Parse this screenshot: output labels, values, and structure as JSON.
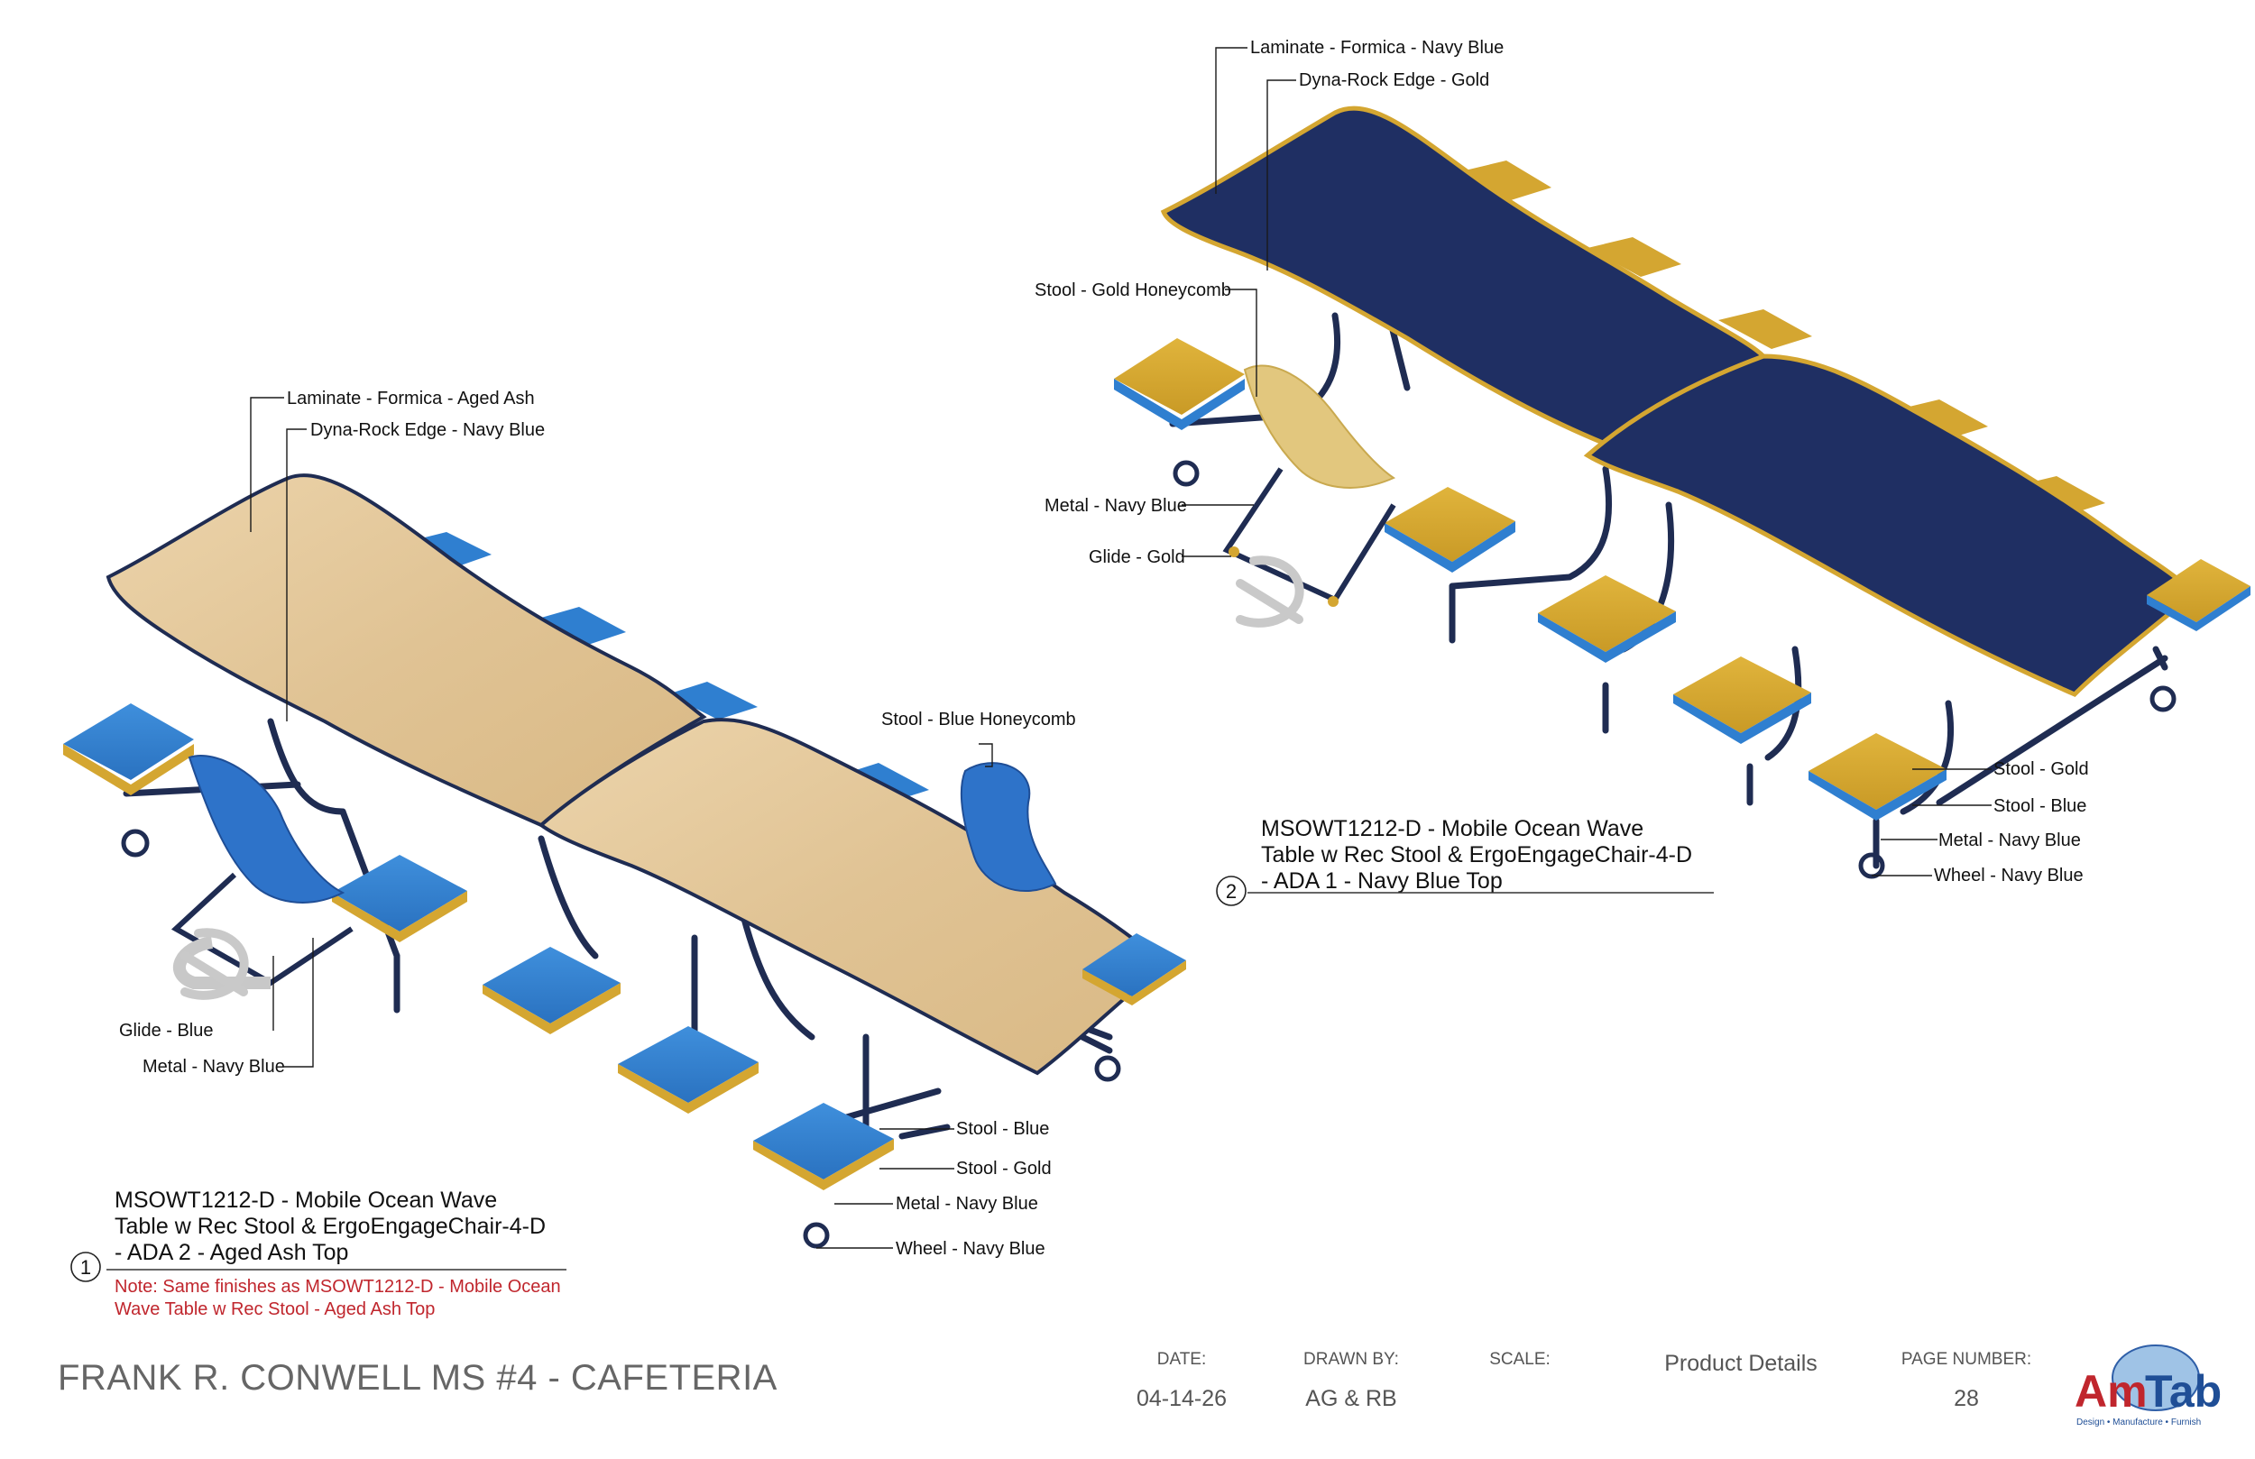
{
  "project_title": "FRANK R. CONWELL MS #4 - CAFETERIA",
  "title_block": {
    "date_label": "DATE:",
    "date_value": "04-14-26",
    "drawn_by_label": "DRAWN BY:",
    "drawn_by_value": "AG & RB",
    "scale_label": "SCALE:",
    "scale_value": "",
    "product_details": "Product Details",
    "page_number_label": "PAGE NUMBER:",
    "page_number_value": "28"
  },
  "logo": {
    "brand_am": "Am",
    "brand_tab": "Tab",
    "tagline": "Design • Manufacture • Furnish"
  },
  "colors": {
    "aged_ash": "#e3c79a",
    "navy_blue_top": "#1f2f63",
    "navy_metal": "#1f2c52",
    "gold": "#d4a631",
    "blue_stool": "#2f7fd0",
    "note_red": "#c0262d"
  },
  "view1": {
    "number": "1",
    "caption_line1": "MSOWT1212-D - Mobile Ocean Wave",
    "caption_line2": "Table w Rec Stool & ErgoEngageChair-4-D",
    "caption_line3": "- ADA 2 - Aged Ash Top",
    "note_line1": "Note: Same finishes as MSOWT1212-D - Mobile Ocean",
    "note_line2": "Wave Table w Rec Stool - Aged Ash Top",
    "callouts": {
      "laminate": "Laminate - Formica - Aged Ash",
      "edge": "Dyna-Rock Edge - Navy Blue",
      "chair": "Stool - Blue Honeycomb",
      "glide": "Glide - Blue",
      "chair_metal": "Metal - Navy Blue",
      "stool_blue": "Stool - Blue",
      "stool_gold": "Stool - Gold",
      "metal": "Metal - Navy Blue",
      "wheel": "Wheel - Navy Blue"
    }
  },
  "view2": {
    "number": "2",
    "caption_line1": "MSOWT1212-D - Mobile Ocean Wave",
    "caption_line2": "Table w Rec Stool & ErgoEngageChair-4-D",
    "caption_line3": "- ADA 1 - Navy Blue Top",
    "callouts": {
      "laminate": "Laminate - Formica - Navy Blue",
      "edge": "Dyna-Rock Edge - Gold",
      "chair": "Stool - Gold Honeycomb",
      "chair_metal": "Metal - Navy Blue",
      "glide": "Glide - Gold",
      "stool_gold": "Stool - Gold",
      "stool_blue": "Stool - Blue",
      "metal": "Metal - Navy Blue",
      "wheel": "Wheel - Navy Blue"
    }
  }
}
